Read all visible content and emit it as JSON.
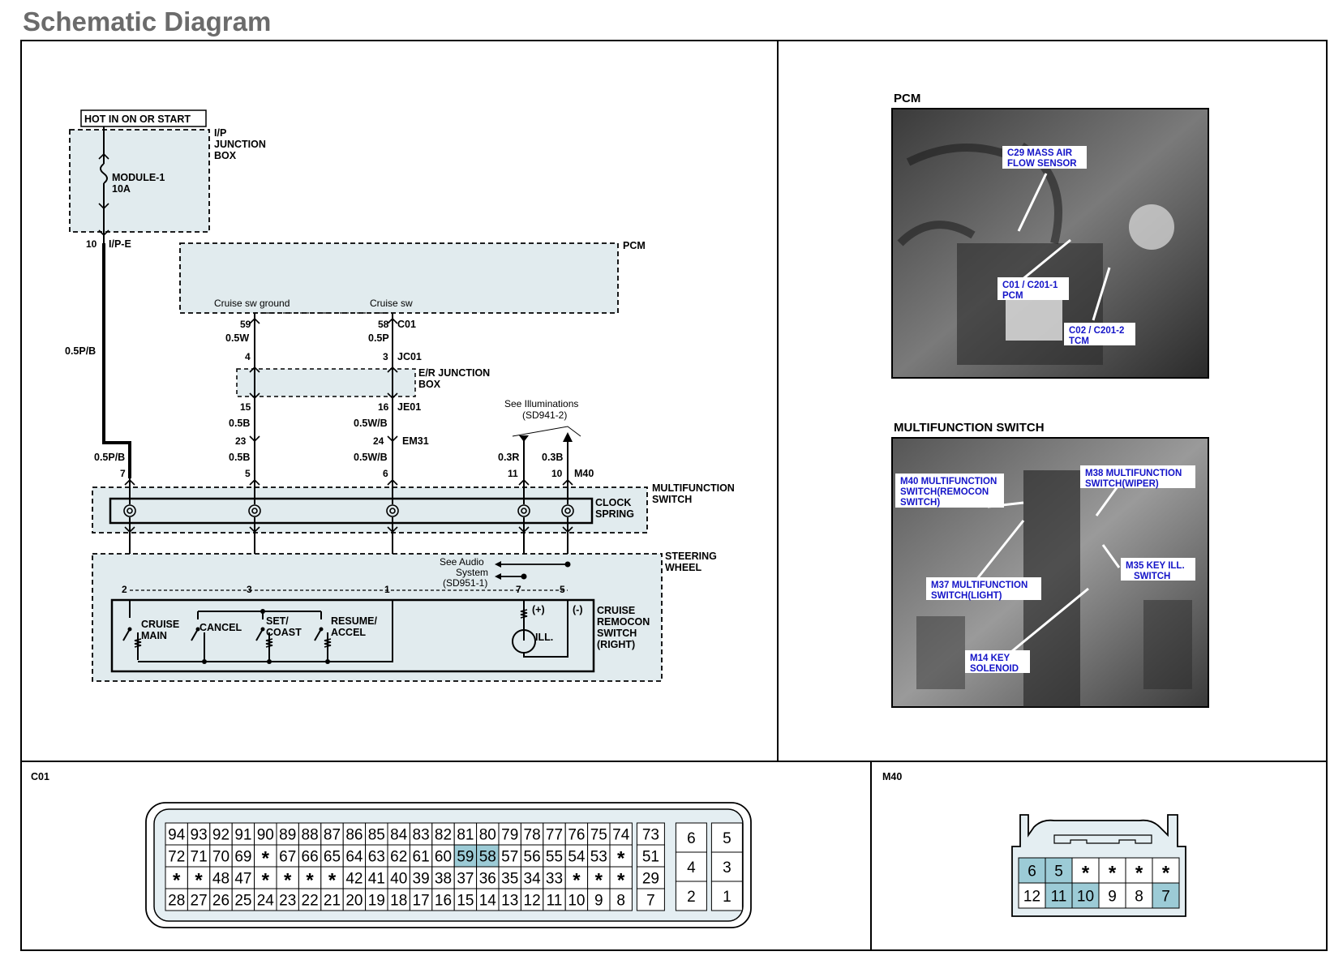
{
  "page": {
    "title": "Schematic Diagram"
  },
  "schematic": {
    "hot_label": "HOT IN ON OR START",
    "ipjb_label": [
      "I/P",
      "JUNCTION",
      "BOX"
    ],
    "fuse_label": [
      "MODULE-1",
      "10A"
    ],
    "ipe_pin": "10",
    "ipe_label": "I/P-E",
    "wire_main": "0.5P/B",
    "pcm_label": "PCM",
    "pcm_pin_ground": "Cruise sw ground",
    "pcm_pin_sw": "Cruise sw",
    "c01_pin_ground": "59",
    "c01_pin_sw": "58",
    "c01_label": "C01",
    "wire_a1": "0.5W",
    "wire_b1": "0.5P",
    "jc01_pin_a": "4",
    "jc01_pin_b": "3",
    "jc01_label": "JC01",
    "erjb_label": [
      "E/R JUNCTION",
      "BOX"
    ],
    "je01_pin_a": "15",
    "je01_pin_b": "16",
    "je01_label": "JE01",
    "wire_a2": "0.5B",
    "wire_b2": "0.5W/B",
    "em31_pin_a": "23",
    "em31_pin_b": "24",
    "em31_label": "EM31",
    "illum_ref": [
      "See Illuminations",
      "(SD941-2)"
    ],
    "wire_left2": "0.5P/B",
    "wire_a3": "0.5B",
    "wire_b3": "0.5W/B",
    "wire_r1": "0.3R",
    "wire_r2": "0.3B",
    "m40_pins": [
      "7",
      "5",
      "6",
      "11",
      "10"
    ],
    "m40_label": "M40",
    "mfs_label": [
      "MULTIFUNCTION",
      "SWITCH"
    ],
    "clock_spring_label": [
      "CLOCK",
      "SPRING"
    ],
    "steering_label": [
      "STEERING",
      "WHEEL"
    ],
    "audio_ref": [
      "See Audio",
      "System",
      "(SD951-1)"
    ],
    "cruise_pins": [
      "2",
      "3",
      "1",
      "7",
      "5"
    ],
    "switch_labels": {
      "cruise_main": [
        "CRUISE",
        "MAIN"
      ],
      "cancel": "CANCEL",
      "set_coast": [
        "SET/",
        "COAST"
      ],
      "resume_accel": [
        "RESUME/",
        "ACCEL"
      ],
      "plus": "(+)",
      "minus": "(-)",
      "ill": "ILL."
    },
    "cruise_switch_label": [
      "CRUISE",
      "REMOCON",
      "SWITCH",
      "(RIGHT)"
    ]
  },
  "photos": {
    "pcm": {
      "title": "PCM",
      "annotations": [
        [
          "C29 MASS AIR",
          "FLOW SENSOR"
        ],
        [
          "C01 / C201-1",
          "PCM"
        ],
        [
          "C02 / C201-2",
          "TCM"
        ]
      ]
    },
    "mfs": {
      "title": "MULTIFUNCTION SWITCH",
      "annotations": [
        [
          "M40 MULTIFUNCTION",
          "SWITCH(REMOCON",
          "SWITCH)"
        ],
        [
          "M38 MULTIFUNCTION",
          "SWITCH(WIPER)"
        ],
        [
          "M35 KEY ILL.",
          "SWITCH"
        ],
        [
          "M37 MULTIFUNCTION",
          "SWITCH(LIGHT)"
        ],
        [
          "M14 KEY",
          "SOLENOID"
        ]
      ]
    }
  },
  "connectors": {
    "c01": {
      "title": "C01",
      "rows": [
        [
          "94",
          "93",
          "92",
          "91",
          "90",
          "89",
          "88",
          "87",
          "86",
          "85",
          "84",
          "83",
          "82",
          "81",
          "80",
          "79",
          "78",
          "77",
          "76",
          "75",
          "74"
        ],
        [
          "72",
          "71",
          "70",
          "69",
          "*",
          "67",
          "66",
          "65",
          "64",
          "63",
          "62",
          "61",
          "60",
          "59",
          "58",
          "57",
          "56",
          "55",
          "54",
          "53",
          "*"
        ],
        [
          "*",
          "*",
          "48",
          "47",
          "*",
          "*",
          "*",
          "*",
          "42",
          "41",
          "40",
          "39",
          "38",
          "37",
          "36",
          "35",
          "34",
          "33",
          "*",
          "*",
          "*"
        ],
        [
          "28",
          "27",
          "26",
          "25",
          "24",
          "23",
          "22",
          "21",
          "20",
          "19",
          "18",
          "17",
          "16",
          "15",
          "14",
          "13",
          "12",
          "11",
          "10",
          "9",
          "8"
        ]
      ],
      "col_b": [
        "73",
        "51",
        "29",
        "7"
      ],
      "col_c": [
        "6",
        "4",
        "2"
      ],
      "col_d": [
        "5",
        "3",
        "1"
      ],
      "highlighted": [
        "59",
        "58"
      ]
    },
    "m40": {
      "title": "M40",
      "row1": [
        "6",
        "5",
        "*",
        "*",
        "*",
        "*"
      ],
      "row2": [
        "12",
        "11",
        "10",
        "9",
        "8",
        "7"
      ],
      "highlighted": [
        "6",
        "5",
        "11",
        "10",
        "7"
      ]
    }
  }
}
